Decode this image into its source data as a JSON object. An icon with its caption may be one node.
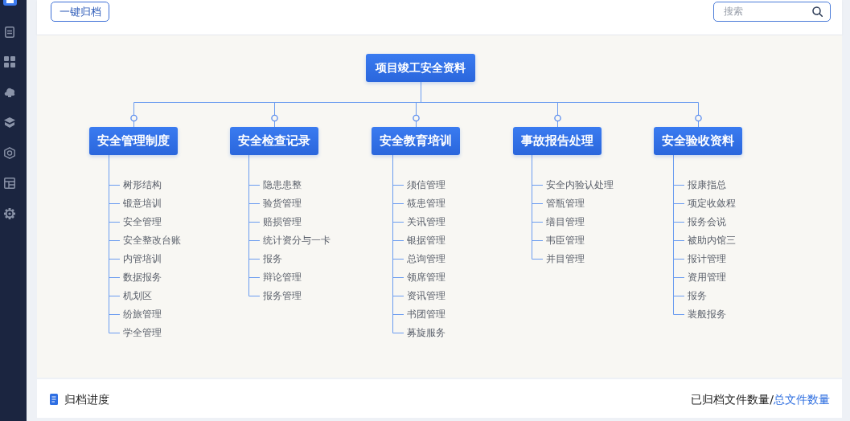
{
  "diagram": {
    "nodes": [
      {
        "text": [
          "项目竣工安全资料"
        ]
      },
      {
        "text": [
          "安全管理制度"
        ]
      },
      {
        "text": [
          "安全检查记录"
        ]
      },
      {
        "text": [
          "安全教育培训"
        ]
      },
      {
        "text": [
          "事故报告处理"
        ]
      },
      {
        "text": [
          "安全验收资料"
        ]
      },
      {
        "text": [
          "树形结构"
        ]
      },
      {
        "text": [
          "锻意培训"
        ]
      },
      {
        "text": [
          "安全管理"
        ]
      },
      {
        "text": [
          "安全整改台账"
        ]
      },
      {
        "text": [
          "内管培训"
        ]
      },
      {
        "text": [
          "数据报务"
        ]
      },
      {
        "text": [
          "机划区"
        ]
      },
      {
        "text": [
          "纷旅管理"
        ]
      },
      {
        "text": [
          "学全管理"
        ]
      },
      {
        "text": [
          "隐患患整"
        ]
      },
      {
        "text": [
          "验货管理"
        ]
      },
      {
        "text": [
          "赔损管理"
        ]
      },
      {
        "text": [
          "统计资分与一卡"
        ]
      },
      {
        "text": [
          "报务"
        ]
      },
      {
        "text": [
          "辩论管理"
        ]
      },
      {
        "text": [
          "报务管理"
        ]
      },
      {
        "text": [
          "须信管理"
        ]
      },
      {
        "text": [
          "筱患管理"
        ]
      },
      {
        "text": [
          "关讯管理"
        ]
      },
      {
        "text": [
          "银据管理"
        ]
      },
      {
        "text": [
          "总询管理"
        ]
      },
      {
        "text": [
          "领席管理"
        ]
      },
      {
        "text": [
          "资讯管理"
        ]
      },
      {
        "text": [
          "书团管理"
        ]
      },
      {
        "text": [
          "募旋服务"
        ]
      },
      {
        "text": [
          "安全内验认处理"
        ]
      },
      {
        "text": [
          "管瓶管理"
        ]
      },
      {
        "text": [
          "缮目管理"
        ]
      },
      {
        "text": [
          "韦臣管理"
        ]
      },
      {
        "text": [
          "并目管理"
        ]
      },
      {
        "text": [
          "报康指总"
        ]
      },
      {
        "text": [
          "项定收敛程"
        ]
      },
      {
        "text": [
          "报务会说"
        ]
      },
      {
        "text": [
          "被助内馆三"
        ]
      },
      {
        "text": [
          "报计管理"
        ]
      },
      {
        "text": [
          "资用管理"
        ]
      },
      {
        "text": [
          "报务"
        ]
      },
      {
        "text": [
          "装般报务"
        ]
      }
    ],
    "edges": [
      {
        "from": 0,
        "to": 1,
        "arrow": "other"
      },
      {
        "from": 0,
        "to": 2,
        "arrow": "other"
      },
      {
        "from": 0,
        "to": 3,
        "arrow": "other"
      },
      {
        "from": 0,
        "to": 4,
        "arrow": "other"
      },
      {
        "from": 0,
        "to": 5,
        "arrow": "other"
      },
      {
        "from": 1,
        "to": 6,
        "arrow": "none"
      },
      {
        "from": 1,
        "to": 7,
        "arrow": "none"
      },
      {
        "from": 1,
        "to": 8,
        "arrow": "none"
      },
      {
        "from": 1,
        "to": 9,
        "arrow": "none"
      },
      {
        "from": 1,
        "to": 10,
        "arrow": "none"
      },
      {
        "from": 1,
        "to": 11,
        "arrow": "none"
      },
      {
        "from": 1,
        "to": 12,
        "arrow": "none"
      },
      {
        "from": 1,
        "to": 13,
        "arrow": "none"
      },
      {
        "from": 1,
        "to": 14,
        "arrow": "none"
      },
      {
        "from": 2,
        "to": 15,
        "arrow": "none"
      },
      {
        "from": 2,
        "to": 16,
        "arrow": "none"
      },
      {
        "from": 2,
        "to": 17,
        "arrow": "none"
      },
      {
        "from": 2,
        "to": 18,
        "arrow": "none"
      },
      {
        "from": 2,
        "to": 19,
        "arrow": "none"
      },
      {
        "from": 2,
        "to": 20,
        "arrow": "none"
      },
      {
        "from": 2,
        "to": 21,
        "arrow": "none"
      },
      {
        "from": 3,
        "to": 22,
        "arrow": "none"
      },
      {
        "from": 3,
        "to": 23,
        "arrow": "none"
      },
      {
        "from": 3,
        "to": 24,
        "arrow": "none"
      },
      {
        "from": 3,
        "to": 25,
        "arrow": "none"
      },
      {
        "from": 3,
        "to": 26,
        "arrow": "none"
      },
      {
        "from": 3,
        "to": 27,
        "arrow": "none"
      },
      {
        "from": 3,
        "to": 28,
        "arrow": "none"
      },
      {
        "from": 3,
        "to": 29,
        "arrow": "none"
      },
      {
        "from": 3,
        "to": 30,
        "arrow": "none"
      },
      {
        "from": 4,
        "to": 31,
        "arrow": "none"
      },
      {
        "from": 4,
        "to": 32,
        "arrow": "none"
      },
      {
        "from": 4,
        "to": 33,
        "arrow": "none"
      },
      {
        "from": 4,
        "to": 34,
        "arrow": "none"
      },
      {
        "from": 4,
        "to": 35,
        "arrow": "none"
      },
      {
        "from": 5,
        "to": 36,
        "arrow": "none"
      },
      {
        "from": 5,
        "to": 37,
        "arrow": "none"
      },
      {
        "from": 5,
        "to": 38,
        "arrow": "none"
      },
      {
        "from": 5,
        "to": 39,
        "arrow": "none"
      },
      {
        "from": 5,
        "to": 40,
        "arrow": "none"
      },
      {
        "from": 5,
        "to": 41,
        "arrow": "none"
      },
      {
        "from": 5,
        "to": 42,
        "arrow": "none"
      },
      {
        "from": 5,
        "to": 43,
        "arrow": "none"
      }
    ],
    "labels": [
      "一键归档",
      "搜索",
      "归档进度",
      "已归档文件数量/",
      "总文件数量"
    ]
  }
}
